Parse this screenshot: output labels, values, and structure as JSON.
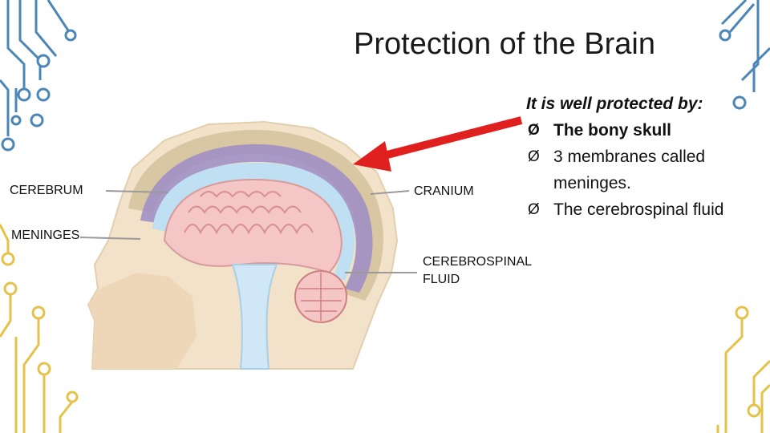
{
  "slide": {
    "title": "Protection of the Brain"
  },
  "text_panel": {
    "lead": "It is well protected by:",
    "items": [
      {
        "marker": "Ø",
        "text": "The bony skull",
        "bold": true
      },
      {
        "marker": "Ø",
        "text": "3 membranes called meninges.",
        "bold": false
      },
      {
        "marker": "Ø",
        "text": "The cerebrospinal fluid",
        "bold": false
      }
    ]
  },
  "diagram": {
    "labels": {
      "cerebrum": "CEREBRUM",
      "meninges": "MENINGES",
      "cranium": "CRANIUM",
      "csf": "CEREBROSPINAL FLUID"
    },
    "colors": {
      "pointer_arrow": "#e0201e",
      "circuit_blue": "#4a86b8",
      "circuit_gold": "#e6c24a",
      "brain_pink": "#f4c6c6",
      "meninges_purple": "#9b8cc6",
      "csf_blue": "#bfe0f2",
      "skin": "#f2e2c9"
    }
  },
  "decor": {
    "icons": [
      "circuit-trace-top-left",
      "circuit-trace-top-right",
      "circuit-trace-bottom-left",
      "circuit-trace-bottom-right"
    ]
  }
}
